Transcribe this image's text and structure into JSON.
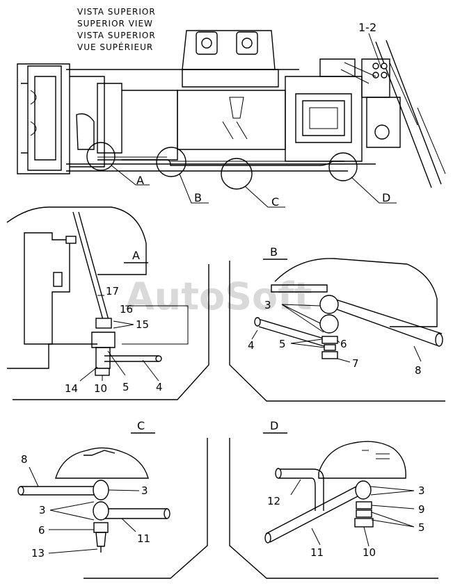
{
  "watermark": "AutoSoft",
  "header": {
    "line1": "VISTA SUPERIOR",
    "line2": "SUPERIOR VIEW",
    "line3": "VISTA SUPERIOR",
    "line4": "VUE SUPÉRIEUR"
  },
  "main_view": {
    "ref_1_2": "1-2",
    "callouts": {
      "a": "A",
      "b": "B",
      "c": "C",
      "d": "D"
    }
  },
  "detail_a": {
    "title": "A",
    "parts": {
      "p17": "17",
      "p16": "16",
      "p15": "15",
      "p14": "14",
      "p10": "10",
      "p5": "5",
      "p4": "4"
    }
  },
  "detail_b": {
    "title": "B",
    "parts": {
      "p3": "3",
      "p4": "4",
      "p5": "5",
      "p6": "6",
      "p7": "7",
      "p8": "8"
    }
  },
  "detail_c": {
    "title": "C",
    "parts": {
      "p8": "8",
      "p3a": "3",
      "p3b": "3",
      "p6": "6",
      "p11": "11",
      "p13": "13"
    }
  },
  "detail_d": {
    "title": "D",
    "parts": {
      "p12": "12",
      "p3": "3",
      "p9": "9",
      "p5": "5",
      "p11": "11",
      "p10": "10"
    }
  }
}
